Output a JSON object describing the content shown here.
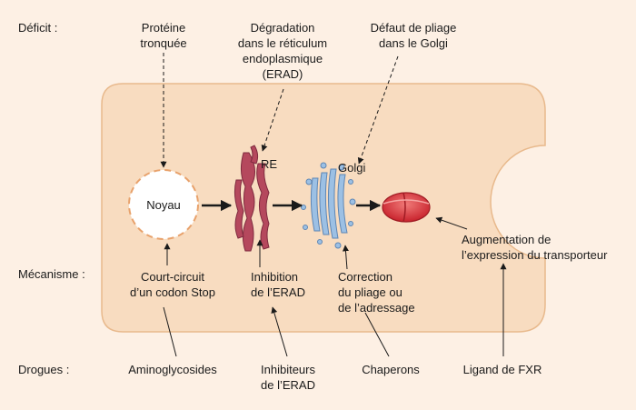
{
  "row_labels": {
    "deficit": "Déficit :",
    "mecanisme": "Mécanisme :",
    "drogues": "Drogues :"
  },
  "deficits": {
    "proteine": "Protéine\ntronquée",
    "erad": "Dégradation\ndans le réticulum\nendoplasmique\n(ERAD)",
    "golgi": "Défaut de pliage\ndans le Golgi"
  },
  "organelles": {
    "noyau": "Noyau",
    "re": "RE",
    "golgi": "Golgi"
  },
  "mecanismes": {
    "stop": "Court-circuit\nd’un codon Stop",
    "erad": "Inhibition\nde l’ERAD",
    "pliage": "Correction\ndu pliage ou\nde l’adressage",
    "transporteur": "Augmentation de\nl’expression du transporteur"
  },
  "drogues": {
    "amino": "Aminoglycosides",
    "inhib": "Inhibiteurs\nde l’ERAD",
    "chap": "Chaperons",
    "fxr": "Ligand de FXR"
  },
  "colors": {
    "cell_fill": "#f8dcc0",
    "cell_stroke": "#e8b98c",
    "re": "#b5485d",
    "golgi": "#8fb3d9",
    "transporter": "#d6333a"
  }
}
